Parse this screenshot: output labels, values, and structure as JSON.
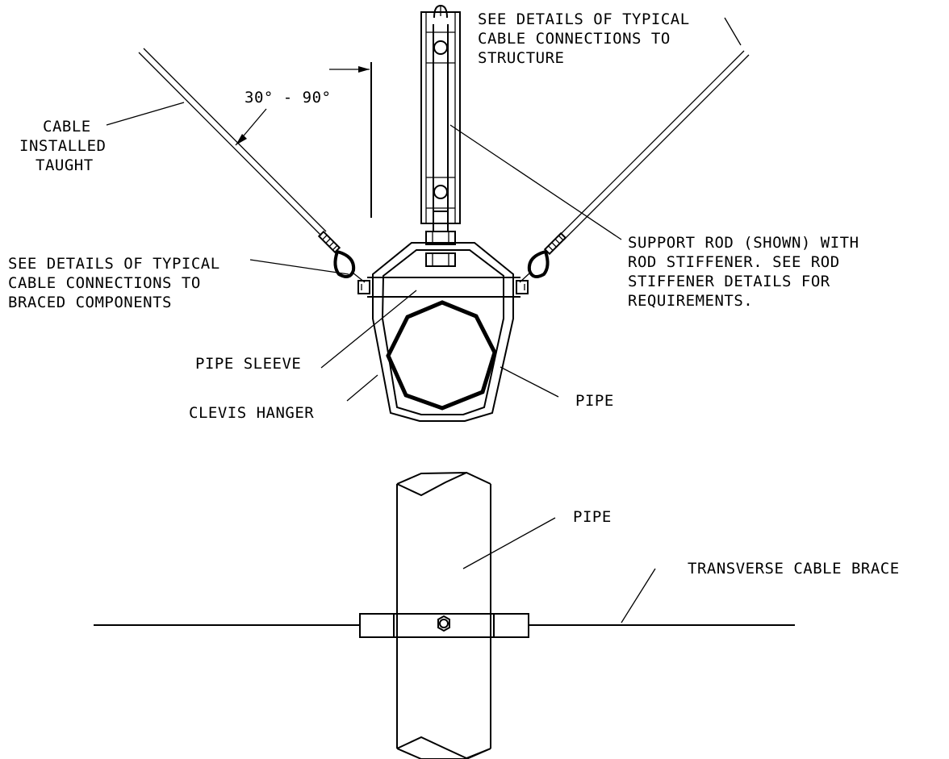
{
  "drawing": {
    "angle_label": "30° - 90°",
    "cable_taught": [
      "CABLE",
      "INSTALLED",
      "TAUGHT"
    ],
    "see_structure": [
      "SEE DETAILS OF TYPICAL",
      "CABLE CONNECTIONS TO",
      "STRUCTURE"
    ],
    "see_braced": [
      "SEE DETAILS OF TYPICAL",
      "CABLE CONNECTIONS TO",
      "BRACED COMPONENTS"
    ],
    "support_rod": [
      "SUPPORT ROD (SHOWN) WITH",
      "ROD STIFFENER. SEE ROD",
      "STIFFENER DETAILS FOR",
      "REQUIREMENTS."
    ],
    "pipe_sleeve": "PIPE SLEEVE",
    "clevis_hanger": "CLEVIS HANGER",
    "pipe_upper": "PIPE",
    "pipe_lower": "PIPE",
    "transverse": "TRANSVERSE CABLE BRACE"
  }
}
